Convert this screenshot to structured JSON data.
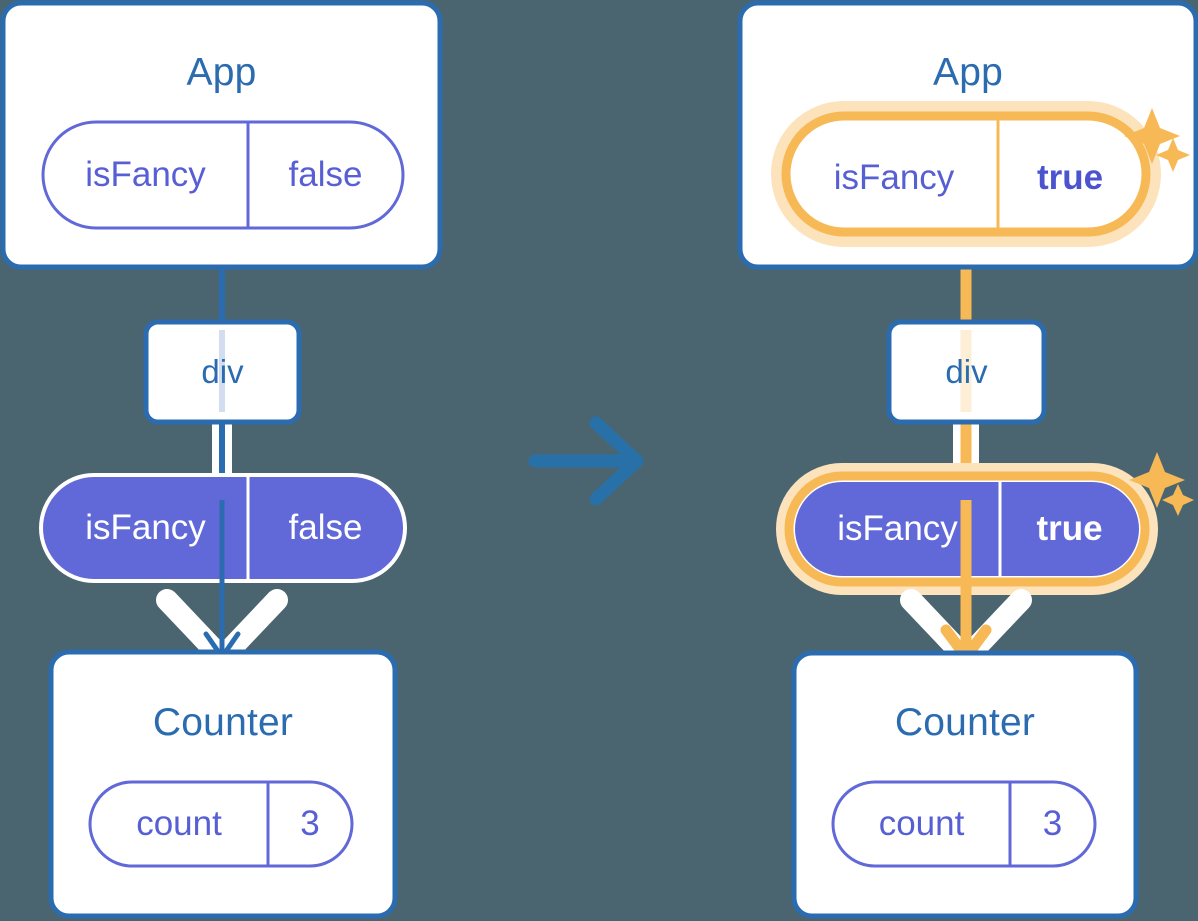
{
  "diagram": {
    "title_left": "App",
    "title_right": "App",
    "background_color": "#4a6570",
    "accent_blue": "#2b6cb0",
    "accent_purple": "#6168d8",
    "accent_orange": "#f5b54d",
    "highlight_glow": "#fbe0b4"
  },
  "left_panel": {
    "app_card": {
      "title": "App",
      "pill": {
        "key": "isFancy",
        "value": "false",
        "highlighted": false,
        "filled": false
      }
    },
    "div_node": {
      "label": "div"
    },
    "prop_pill": {
      "key": "isFancy",
      "value": "false",
      "highlighted": false,
      "filled": true
    },
    "counter_card": {
      "title": "Counter",
      "pill": {
        "key": "count",
        "value": "3",
        "highlighted": false,
        "filled": false
      }
    }
  },
  "transition_arrow": {
    "icon": "arrow-right-icon",
    "direction": "right",
    "color": "#2b6cb0"
  },
  "right_panel": {
    "app_card": {
      "title": "App",
      "pill": {
        "key": "isFancy",
        "value": "true",
        "highlighted": true,
        "filled": false
      },
      "sparkle": {
        "icon": "sparkles-icon",
        "count": 2
      }
    },
    "div_node": {
      "label": "div"
    },
    "prop_pill": {
      "key": "isFancy",
      "value": "true",
      "highlighted": true,
      "filled": true,
      "sparkle": {
        "icon": "sparkles-icon",
        "count": 2
      }
    },
    "counter_card": {
      "title": "Counter",
      "pill": {
        "key": "count",
        "value": "3",
        "highlighted": false,
        "filled": false
      }
    }
  }
}
